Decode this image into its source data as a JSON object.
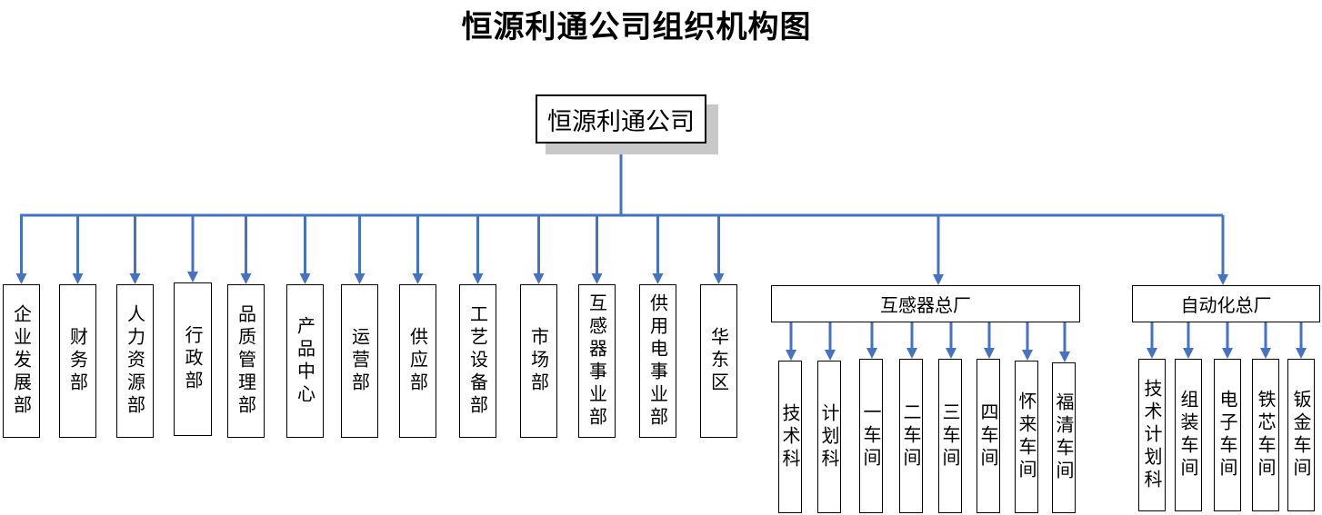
{
  "title": "恒源利通公司组织机构图",
  "colors": {
    "connector": "#4472c4",
    "border": "#000000",
    "shadow": "#c8c8c8"
  },
  "root": {
    "label": "恒源利通公司"
  },
  "departments": [
    {
      "label": "企业发展部"
    },
    {
      "label": "财务部"
    },
    {
      "label": "人力资源部"
    },
    {
      "label": "行政部"
    },
    {
      "label": "品质管理部"
    },
    {
      "label": "产品中心"
    },
    {
      "label": "运营部"
    },
    {
      "label": "供应部"
    },
    {
      "label": "工艺设备部"
    },
    {
      "label": "市场部"
    },
    {
      "label": "互感器事业部"
    },
    {
      "label": "供用电事业部"
    },
    {
      "label": "华东区"
    }
  ],
  "factories": [
    {
      "label": "互感器总厂",
      "units": [
        {
          "label": "技术科"
        },
        {
          "label": "计划科"
        },
        {
          "label": "一车间"
        },
        {
          "label": "二车间"
        },
        {
          "label": "三车间"
        },
        {
          "label": "四车间"
        },
        {
          "label": "怀来车间"
        },
        {
          "label": "福清车间"
        }
      ]
    },
    {
      "label": "自动化总厂",
      "units": [
        {
          "label": "技术计划科"
        },
        {
          "label": "组装车间"
        },
        {
          "label": "电子车间"
        },
        {
          "label": "铁芯车间"
        },
        {
          "label": "钣金车间"
        }
      ]
    }
  ]
}
